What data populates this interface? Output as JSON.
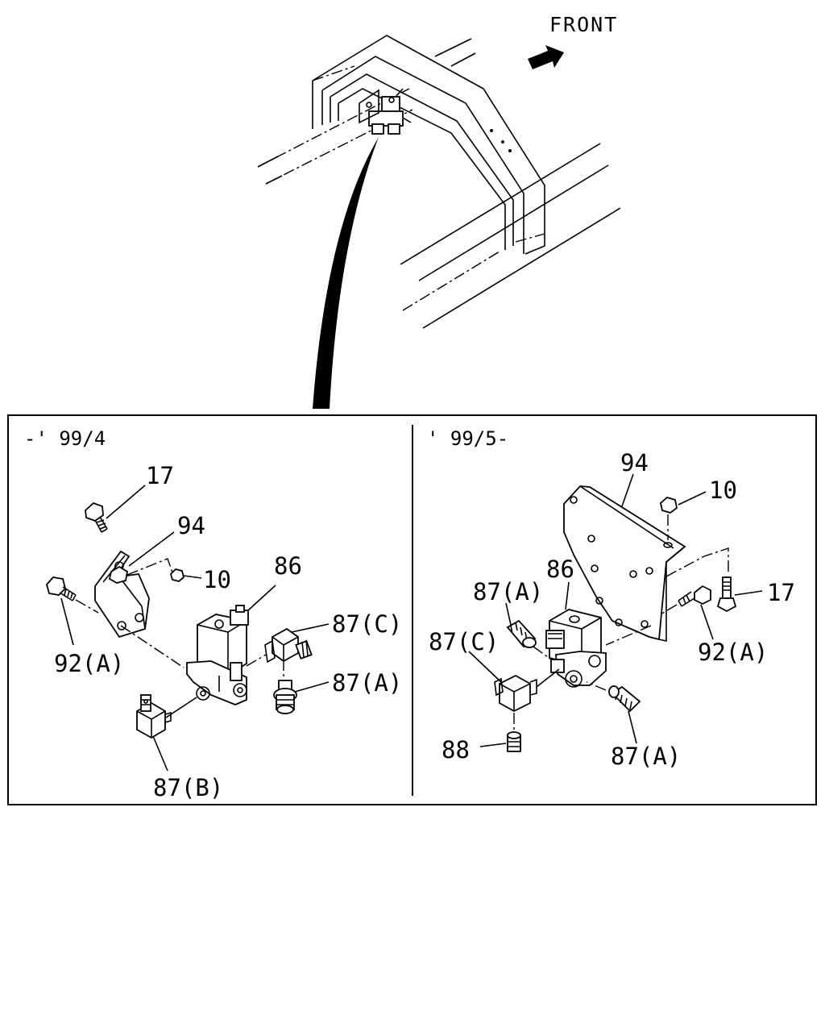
{
  "overview": {
    "front_label": "FRONT"
  },
  "panels": [
    {
      "date_range": "-' 99/4",
      "callouts": {
        "bolt_17": "17",
        "bracket_94": "94",
        "nut_10": "10",
        "valve_86": "86",
        "bolt_92a": "92(A)",
        "fitting_87c": "87(C)",
        "fitting_87a": "87(A)",
        "fitting_87b": "87(B)"
      }
    },
    {
      "date_range": "' 99/5-",
      "callouts": {
        "bracket_94": "94",
        "nut_10": "10",
        "bolt_17": "17",
        "valve_86": "86",
        "fitting_87a_top": "87(A)",
        "fitting_87c": "87(C)",
        "bolt_92a": "92(A)",
        "plug_88": "88",
        "fitting_87a_bottom": "87(A)"
      }
    }
  ]
}
